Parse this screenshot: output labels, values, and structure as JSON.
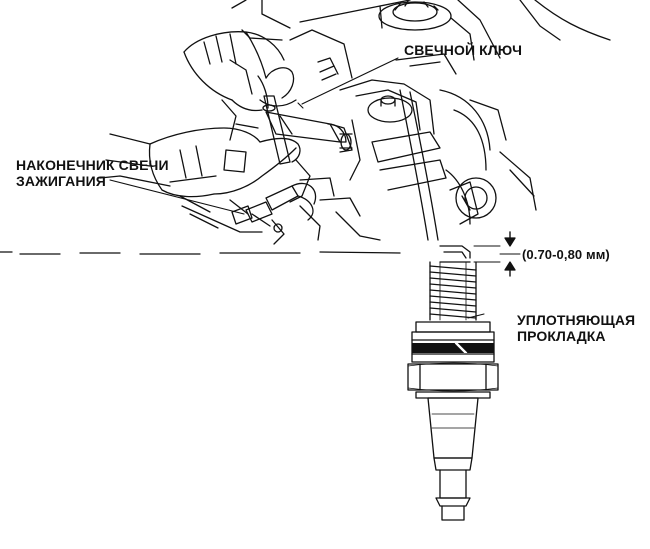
{
  "labels": {
    "spark_plug_wrench": "СВЕЧНОЙ КЛЮЧ",
    "plug_cap_line1": "НАКОНЕЧНИК СВЕЧИ",
    "plug_cap_line2": "ЗАЖИГАНИЯ",
    "gap": "(0.70-0,80 мм)",
    "washer_line1": "УПЛОТНЯЮЩАЯ",
    "washer_line2": "ПРОКЛАДКА"
  },
  "colors": {
    "ink": "#111111",
    "background": "#ffffff"
  }
}
